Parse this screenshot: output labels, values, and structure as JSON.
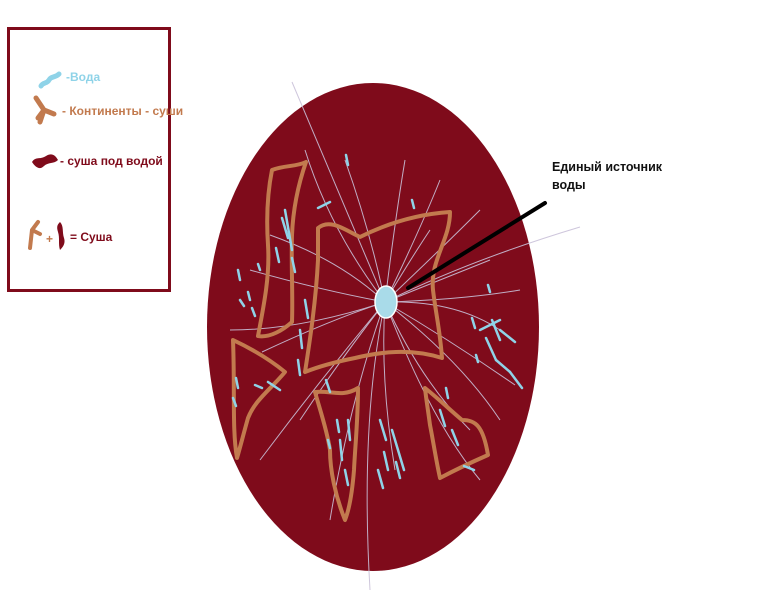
{
  "legend": {
    "items": [
      {
        "label": "-Вода",
        "icon": "water-squiggle-icon",
        "color": "#8fd3e8"
      },
      {
        "label": "- Континенты - суши",
        "icon": "continent-stroke-icon",
        "color": "#c27a4e"
      },
      {
        "label": "- суша под водой",
        "icon": "underwater-land-icon",
        "color": "#7f0b1b"
      },
      {
        "label": "= Суша",
        "plus": "+",
        "icon": "land-combo-icon"
      }
    ]
  },
  "annotation": {
    "lines": [
      "Единый источник",
      "воды"
    ]
  },
  "colors": {
    "land_under_water": "#7f0b1b",
    "continents": "#c27a4e",
    "water": "#8fd3e8",
    "rivers": "#c9c0d8",
    "pointer": "#000000"
  }
}
